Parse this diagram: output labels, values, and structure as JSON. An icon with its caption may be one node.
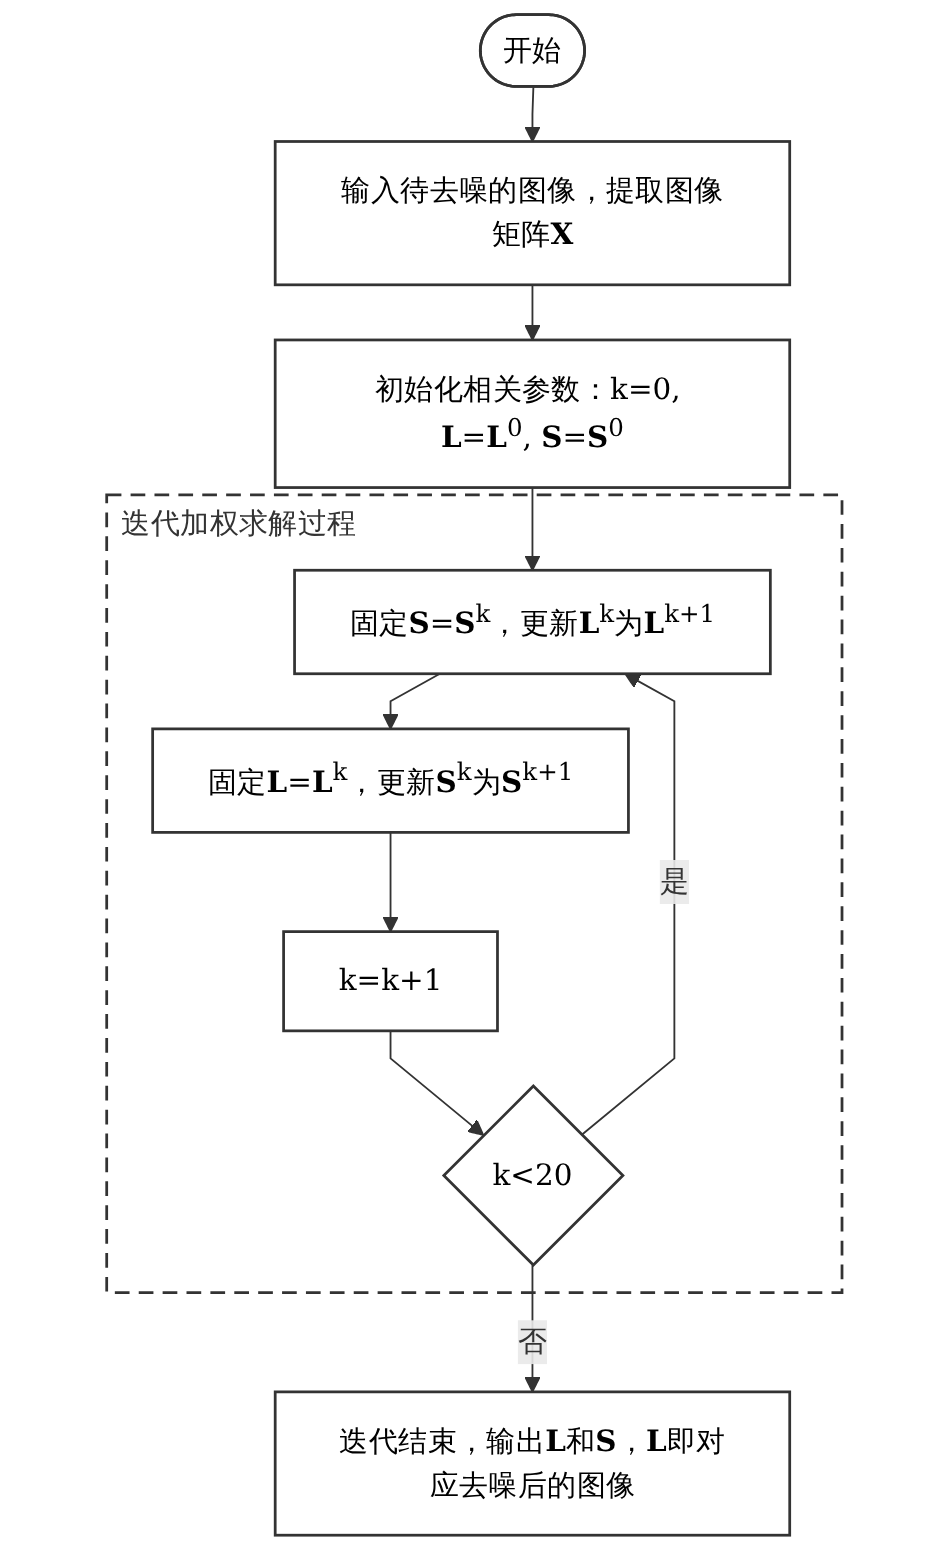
{
  "diagram": {
    "nodes": [
      {
        "text": [
          "开始"
        ]
      },
      {
        "text": [
          "输入待去噪的图像，提取图像矩阵**X**"
        ]
      },
      {
        "text": [
          "初始化相关参数：k=0, **L**=**L**$^{0}$, **S**=**S**$^{0}$"
        ]
      },
      {
        "text": [
          "迭代加权求解过程"
        ]
      },
      {
        "text": [
          "固定**S**=**S**$^{k}$，更新**L**$^{k}$为**L**$^{k+1}$"
        ],
        "in": 3
      },
      {
        "text": [
          "固定**L**=**L**$^{k}$，更新**S**$^{k}$为**S**$^{k+1}$"
        ],
        "in": 3
      },
      {
        "text": [
          "k=k+1"
        ],
        "in": 3
      },
      {
        "text": [
          "k<20"
        ],
        "in": 3
      },
      {
        "text": [
          "迭代结束，输出**L**和**S**，**L**即对应去噪后的图像"
        ]
      }
    ],
    "edges": [
      {
        "from": 0,
        "to": 1,
        "arrow": "to"
      },
      {
        "from": 1,
        "to": 2,
        "arrow": "to"
      },
      {
        "from": 2,
        "to": 4,
        "arrow": "to"
      },
      {
        "from": 4,
        "to": 5,
        "arrow": "to"
      },
      {
        "from": 5,
        "to": 6,
        "arrow": "to"
      },
      {
        "from": 6,
        "to": 7,
        "arrow": "to"
      },
      {
        "from": 7,
        "to": 4,
        "label": "是",
        "arrow": "to"
      },
      {
        "from": 7,
        "to": 8,
        "label": "否",
        "arrow": "to"
      }
    ]
  }
}
